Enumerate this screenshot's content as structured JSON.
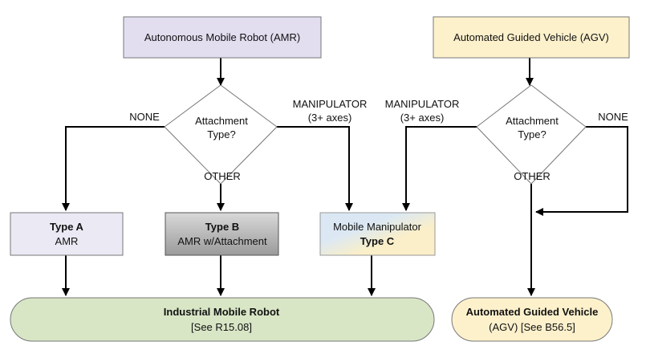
{
  "amr": {
    "label": "Autonomous Mobile Robot (AMR)"
  },
  "agv": {
    "label": "Automated Guided Vehicle (AGV)"
  },
  "decision_amr": {
    "line1": "Attachment",
    "line2": "Type?"
  },
  "decision_agv": {
    "line1": "Attachment",
    "line2": "Type?"
  },
  "edges": {
    "amr_none": "NONE",
    "amr_other": "OTHER",
    "amr_manip_line1": "MANIPULATOR",
    "amr_manip_line2": "(3+ axes)",
    "agv_manip_line1": "MANIPULATOR",
    "agv_manip_line2": "(3+ axes)",
    "agv_none": "NONE",
    "agv_other": "OTHER"
  },
  "type_a": {
    "title": "Type A",
    "subtitle": "AMR"
  },
  "type_b": {
    "title": "Type B",
    "subtitle": "AMR w/Attachment"
  },
  "type_c": {
    "line1": "Mobile Manipulator",
    "title": "Type C"
  },
  "imr": {
    "title": "Industrial Mobile Robot",
    "subtitle": "[See R15.08]"
  },
  "agv_result": {
    "title": "Automated Guided Vehicle",
    "subtitle": "(AGV) [See B56.5]"
  },
  "colors": {
    "amr_fill": "#e2def0",
    "agv_fill": "#fdf1cc",
    "type_a_fill": "#ebe9f3",
    "type_b_fill_top": "#cfcfcf",
    "type_b_fill_bottom": "#9e9e9e",
    "type_c_fill_blue": "#dbe8f4",
    "type_c_fill_yellow": "#faefc8",
    "imr_fill": "#d8e6c6",
    "agv_result_fill": "#fdf1cc",
    "stroke": "#777777",
    "arrow": "#000000"
  }
}
